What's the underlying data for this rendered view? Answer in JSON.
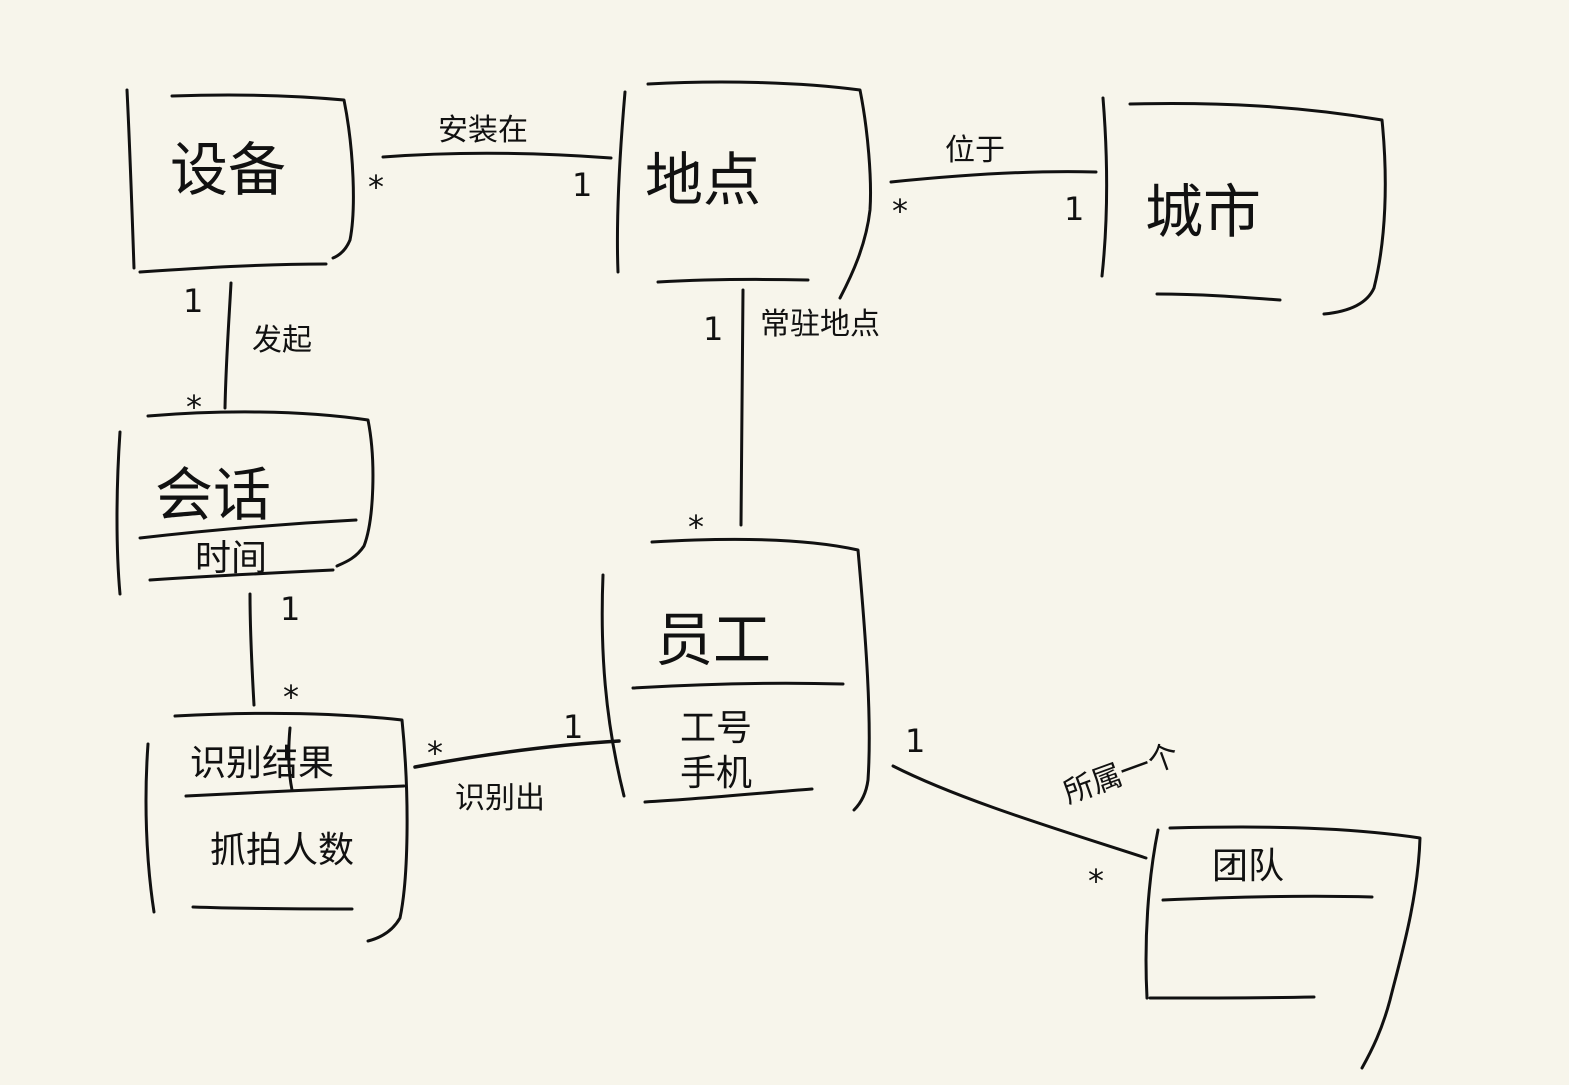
{
  "entities": {
    "device": {
      "name": "设备"
    },
    "location": {
      "name": "地点"
    },
    "city": {
      "name": "城市"
    },
    "session": {
      "name": "会话",
      "attributes": [
        "时间"
      ]
    },
    "result": {
      "name": "识别结果",
      "attributes": [
        "抓拍人数"
      ]
    },
    "employee": {
      "name": "员工",
      "attributes": [
        "工号",
        "手机"
      ]
    },
    "team": {
      "name": "团队",
      "attributes": []
    }
  },
  "relationships": {
    "device_location": {
      "label": "安装在",
      "from_mult": "*",
      "to_mult": "1"
    },
    "location_city": {
      "label": "位于",
      "from_mult": "*",
      "to_mult": "1"
    },
    "device_session": {
      "label": "发起",
      "from_mult": "1",
      "to_mult": "*"
    },
    "location_employee": {
      "label": "常驻地点",
      "from_mult": "1",
      "to_mult": "*"
    },
    "session_result": {
      "label": "",
      "from_mult": "1",
      "to_mult": "*"
    },
    "result_employee": {
      "label": "识别出",
      "from_mult": "*",
      "to_mult": "1"
    },
    "employee_team": {
      "label": "所属一个",
      "from_mult": "1",
      "to_mult": "*"
    }
  },
  "colors": {
    "background": "#f7f5eb",
    "ink": "#111111"
  }
}
